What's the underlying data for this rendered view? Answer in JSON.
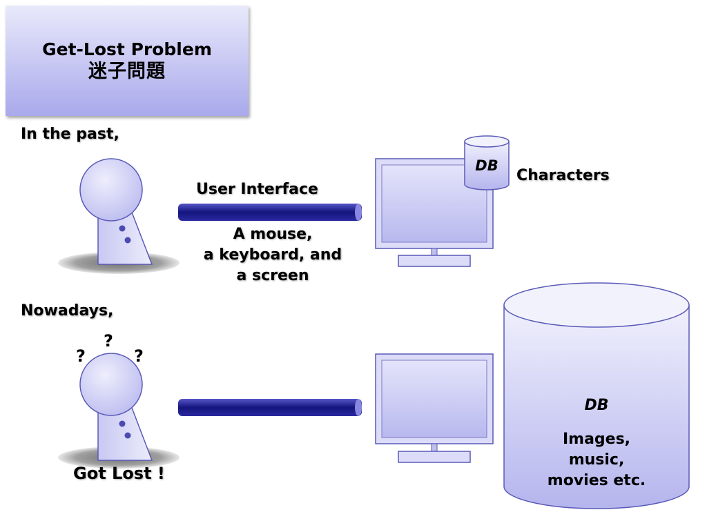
{
  "title": {
    "line1": "Get-Lost Problem",
    "line2": "迷子問題"
  },
  "past": {
    "label": "In the past,",
    "interface_label": "User Interface",
    "devices_lines": [
      "A mouse,",
      "a keyboard, and",
      "a screen"
    ],
    "db_label": "DB",
    "db_content": "Characters"
  },
  "now": {
    "label": "Nowadays,",
    "question_marks": [
      "?",
      "?",
      "?"
    ],
    "status": "Got Lost !",
    "db_label": "DB",
    "db_content_lines": [
      "Images,",
      "music,",
      "movies etc."
    ]
  },
  "colors": {
    "figure_fill": "#d4d4f7",
    "figure_stroke": "#5a5ab8",
    "bar_color": "#1a1a8c",
    "shadow": "#8a8a8a"
  }
}
